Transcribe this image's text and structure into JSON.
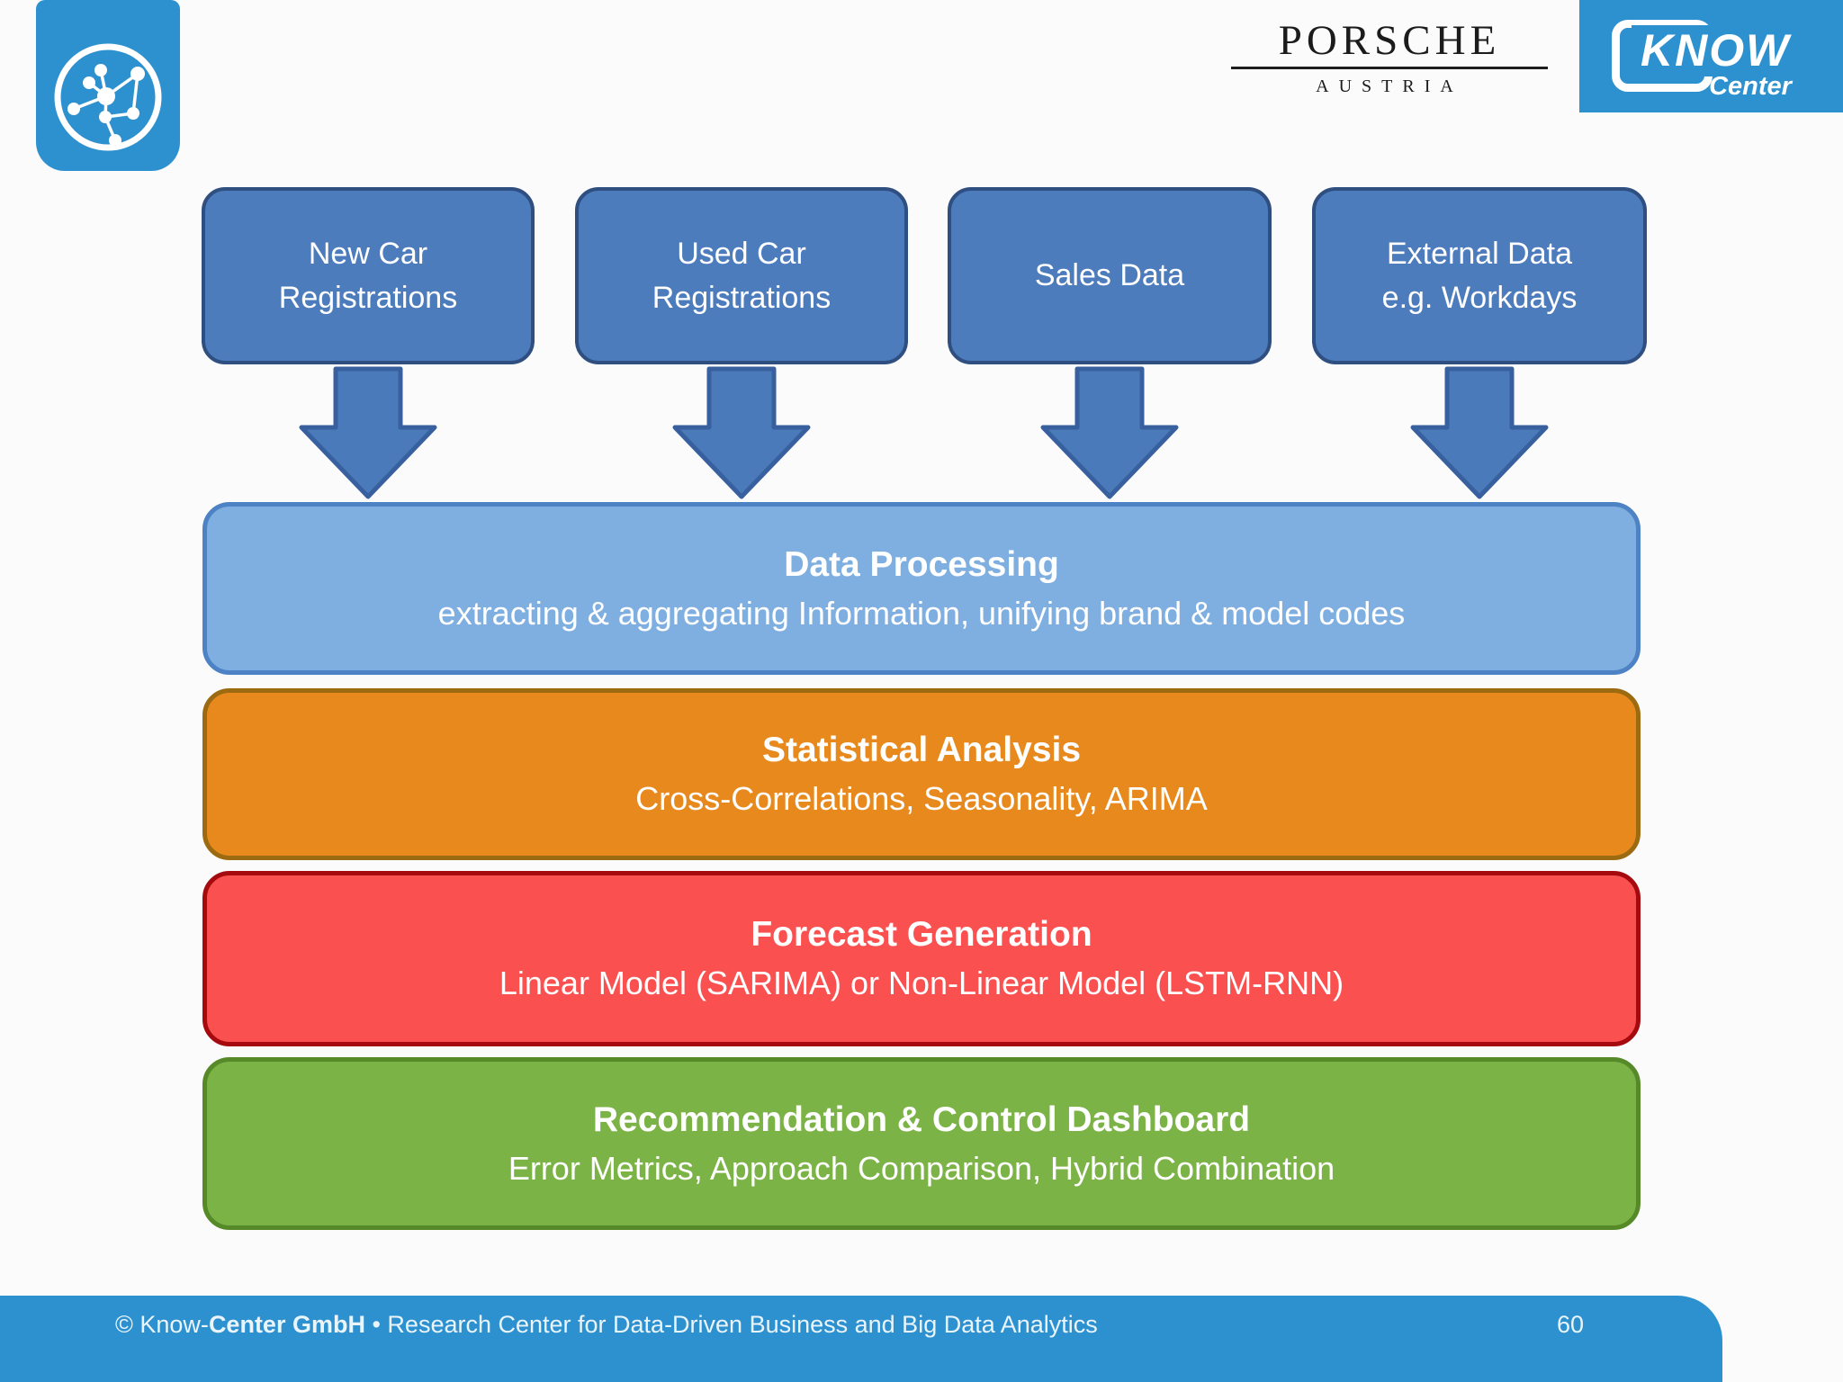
{
  "icons": {
    "app_tile": "network-graph-icon"
  },
  "header": {
    "porsche_logo": {
      "name": "PORSCHE",
      "region": "AUSTRIA"
    },
    "know_logo": {
      "name": "KNOW",
      "subtitle": "Center"
    }
  },
  "sources": [
    {
      "label": "New Car\nRegistrations"
    },
    {
      "label": "Used Car\nRegistrations"
    },
    {
      "label": "Sales Data"
    },
    {
      "label": "External Data\ne.g. Workdays"
    }
  ],
  "stages": [
    {
      "title": "Data Processing",
      "subtitle": "extracting & aggregating Information, unifying brand & model codes",
      "fill": "#7fafe0",
      "border": "#4d82c4"
    },
    {
      "title": "Statistical Analysis",
      "subtitle": "Cross-Correlations, Seasonality, ARIMA",
      "fill": "#e8891d",
      "border": "#9c6a11"
    },
    {
      "title": "Forecast Generation",
      "subtitle": "Linear Model (SARIMA) or Non-Linear Model (LSTM-RNN)",
      "fill": "#fa5150",
      "border": "#a50a0e"
    },
    {
      "title": "Recommendation & Control Dashboard",
      "subtitle": "Error Metrics, Approach Comparison, Hybrid Combination",
      "fill": "#7cb347",
      "border": "#568a28"
    }
  ],
  "footer": {
    "copyright_prefix": "© Know-",
    "copyright_bold": "Center GmbH",
    "copyright_rest": " • Research Center for Data-Driven Business and Big Data Analytics",
    "page_number": "60"
  },
  "colors": {
    "brand_blue": "#2e91cf",
    "source_fill": "#4d7cbd",
    "source_border": "#2f4f80",
    "arrow_fill": "#4a7ab9",
    "arrow_border": "#38609f"
  }
}
